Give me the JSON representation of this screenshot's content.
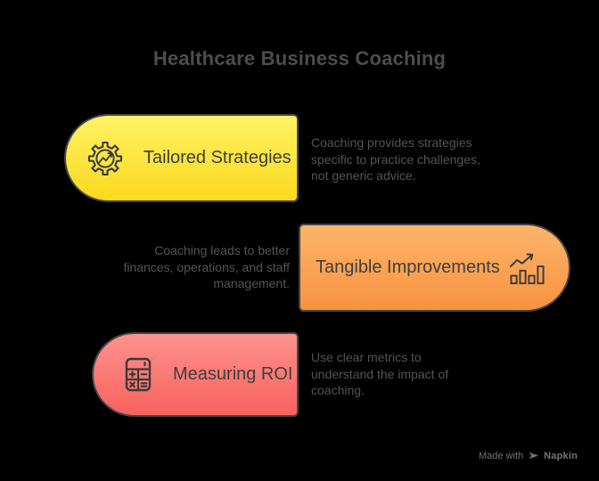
{
  "background_color": "#000000",
  "title": {
    "text": "Healthcare Business Coaching",
    "color": "#4d4d4d"
  },
  "cards": [
    {
      "id": "tailored-strategies",
      "label": "Tailored Strategies",
      "icon": "gear-trend-icon",
      "rounded_side": "left",
      "gradient_top": "#fdf264",
      "gradient_bottom": "#fcd91d",
      "desc_lines": [
        "Coaching provides strategies",
        "specific to practice challenges,",
        "not generic advice."
      ]
    },
    {
      "id": "tangible-improvements",
      "label": "Tangible Improvements",
      "icon": "bar-chart-up-icon",
      "rounded_side": "right",
      "gradient_top": "#fcb56b",
      "gradient_bottom": "#f8923f",
      "desc_lines": [
        "Coaching leads to better",
        "finances, operations, and staff",
        "management."
      ]
    },
    {
      "id": "measuring-roi",
      "label": "Measuring ROI",
      "icon": "calculator-icon",
      "rounded_side": "left",
      "gradient_top": "#fd928d",
      "gradient_bottom": "#f9625d",
      "desc_lines": [
        "Use clear metrics to",
        "understand the impact of",
        "coaching."
      ]
    }
  ],
  "text_colors": {
    "description": "#545454",
    "card_label": "#3e3e3e",
    "icon_stroke": "#3a3a3a"
  },
  "footer": {
    "made_with": "Made with",
    "brand": "Napkin"
  }
}
